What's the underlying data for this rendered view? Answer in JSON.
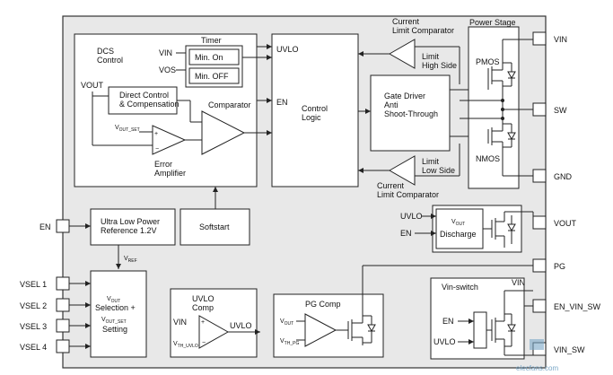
{
  "blocks": {
    "dcs_control": "DCS\nControl",
    "timer": "Timer",
    "min_on": "Min. On",
    "min_off": "Min. OFF",
    "vin_label": "VIN",
    "vos_label": "VOS",
    "vout_label": "VOUT",
    "direct_control": "Direct Control\n& Compensation",
    "comparator": "Comparator",
    "vout_set": "V",
    "vout_set_sub": "OUT_SET",
    "error_amp": "Error\nAmplifier",
    "uvlo_in": "UVLO",
    "en_in": "EN",
    "control_logic": "Control\nLogic",
    "gate_driver": "Gate Driver\nAnti\nShoot-Through",
    "current_limit_top": "Current\nLimit Comparator",
    "limit_high": "Limit\nHigh Side",
    "current_limit_bottom": "Current\nLimit Comparator",
    "limit_low": "Limit\nLow Side",
    "power_stage": "Power Stage",
    "pmos": "PMOS",
    "nmos": "NMOS",
    "ulp_ref": "Ultra Low Power\nReference 1.2V",
    "softstart": "Softstart",
    "vref": "V",
    "vref_sub": "REF",
    "vout_discharge_uvlo": "UVLO",
    "vout_discharge_en": "EN",
    "vout_discharge": "V",
    "vout_discharge_sub": "OUT",
    "discharge": "Discharge",
    "vout_sel": "V",
    "vout_sel_sub": "OUT",
    "selection": "Selection +",
    "vout_set2": "V",
    "vout_set2_sub": "OUT_SET",
    "setting": "Setting",
    "uvlo_comp": "UVLO\nComp",
    "uvlo_comp_vin": "VIN",
    "uvlo_comp_vth": "V",
    "uvlo_comp_vth_sub": "TH_UVLO",
    "uvlo_comp_out": "UVLO",
    "pg_comp": "PG Comp",
    "pg_vout": "V",
    "pg_vout_sub": "OUT",
    "pg_vth": "V",
    "pg_vth_sub": "TH_PG",
    "vin_switch": "Vin-switch",
    "vin_switch_vin": "VIN",
    "vin_switch_en": "EN",
    "vin_switch_uvlo": "UVLO"
  },
  "pins": {
    "vin": "VIN",
    "sw": "SW",
    "gnd": "GND",
    "vout": "VOUT",
    "pg": "PG",
    "en_vin_sw": "EN_VIN_SW",
    "vin_sw": "VIN_SW",
    "en": "EN",
    "vsel1": "VSEL 1",
    "vsel2": "VSEL 2",
    "vsel3": "VSEL 3",
    "vsel4": "VSEL 4"
  },
  "watermark": "elecfans.com"
}
